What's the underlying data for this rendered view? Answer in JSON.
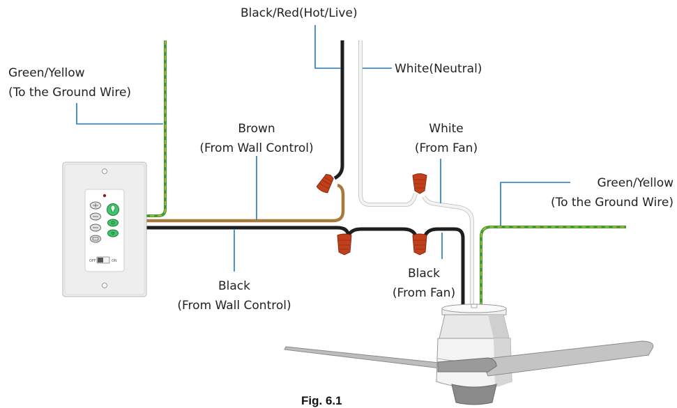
{
  "labels": {
    "hot": "Black/Red(Hot/Live)",
    "neutral": "White(Neutral)",
    "ground_left_1": "Green/Yellow",
    "ground_left_2": "(To the Ground Wire)",
    "brown_1": "Brown",
    "brown_2": "(From Wall Control)",
    "white_fan_1": "White",
    "white_fan_2": "(From Fan)",
    "ground_right_1": "Green/Yellow",
    "ground_right_2": "(To the Ground Wire)",
    "black_fan_1": "Black",
    "black_fan_2": "(From Fan)",
    "black_wall_1": "Black",
    "black_wall_2": "(From Wall Control)"
  },
  "figure_caption": "Fig. 6.1",
  "wall_control": {
    "switch_off": "OFF",
    "switch_on": "ON"
  },
  "colors": {
    "leader_line": "#1f78c8",
    "black_wire": "#1e1e1e",
    "white_wire": "#f4f4f0",
    "brown_wire": "#a87a3c",
    "ground_green": "#3f9a3a",
    "ground_yellow": "#d8c21a",
    "wire_nut": "#c0401c",
    "control_button_green": "#3fc46a"
  }
}
